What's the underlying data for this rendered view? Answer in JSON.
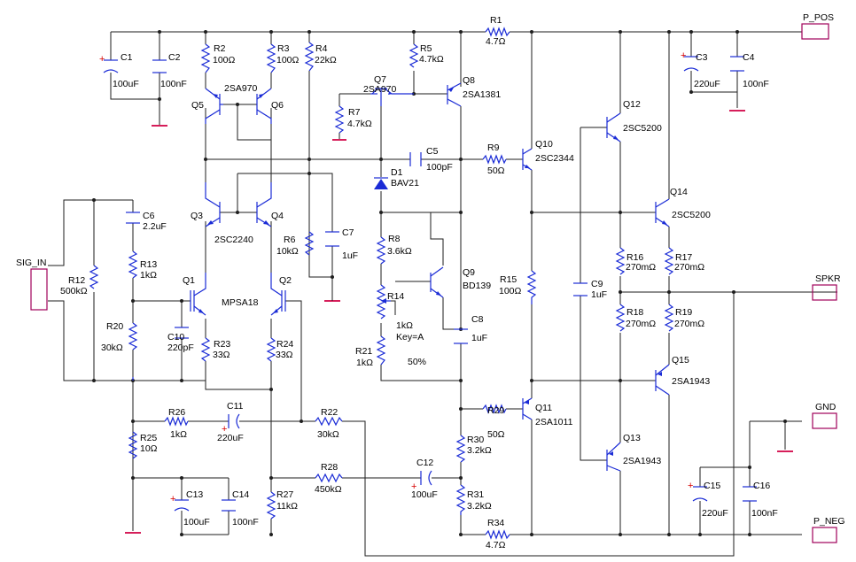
{
  "ports": {
    "p_pos": "P_POS",
    "sig_in": "SIG_IN",
    "spkr": "SPKR",
    "gnd": "GND",
    "p_neg": "P_NEG"
  },
  "labels": {
    "R1": "R1",
    "R1v": "4.7Ω",
    "C1": "C1",
    "C1v": "100uF",
    "C2": "C2",
    "C2v": "100nF",
    "R2": "R2",
    "R2v": "100Ω",
    "R3": "R3",
    "R3v": "100Ω",
    "R4": "R4",
    "R4v": "22kΩ",
    "R5": "R5",
    "R5v": "4.7kΩ",
    "Q7": "Q7",
    "Q7v": "2SA970",
    "Q8": "Q8",
    "Q8v": "2SA1381",
    "Q5": "Q5",
    "Q6": "Q6",
    "Q56v": "2SA970",
    "R7": "R7",
    "R7v": "4.7kΩ",
    "C3": "C3",
    "C3v": "220uF",
    "C4": "C4",
    "C4v": "100nF",
    "Q12": "Q12",
    "Q12v": "2SC5200",
    "C5": "C5",
    "C5v": "100pF",
    "R9": "R9",
    "R9v": "50Ω",
    "Q10": "Q10",
    "Q10v": "2SC2344",
    "D1": "D1",
    "D1v": "BAV21",
    "Q3": "Q3",
    "Q4": "Q4",
    "Q34v": "2SC2240",
    "C6": "C6",
    "C6v": "2.2uF",
    "R6": "R6",
    "R6v": "10kΩ",
    "C7": "C7",
    "C7v": "1uF",
    "Q14": "Q14",
    "Q14v": "2SC5200",
    "R8": "R8",
    "R8v": "3.6kΩ",
    "R13": "R13",
    "R13v": "1kΩ",
    "R12": "R12",
    "R12v": "500kΩ",
    "Q1": "Q1",
    "Q2": "Q2",
    "Q12pv": "MPSA18",
    "Q9": "Q9",
    "Q9v": "BD139",
    "R15": "R15",
    "R15v": "100Ω",
    "C9": "C9",
    "C9v": "1uF",
    "R16": "R16",
    "R16v": "270mΩ",
    "R17": "R17",
    "R17v": "270mΩ",
    "R14": "R14",
    "R14a": "1kΩ",
    "R14b": "Key=A",
    "R14c": "50%",
    "R20": "R20",
    "R20v": "30kΩ",
    "C10": "C10",
    "C10v": "220pF",
    "R18": "R18",
    "R18v": "270mΩ",
    "R19": "R19",
    "R19v": "270mΩ",
    "C8": "C8",
    "C8v": "1uF",
    "R23": "R23",
    "R23v": "33Ω",
    "R24": "R24",
    "R24v": "33Ω",
    "R21": "R21",
    "R21v": "1kΩ",
    "Q15": "Q15",
    "Q15v": "2SA1943",
    "R26": "R26",
    "R26v": "1kΩ",
    "C11": "C11",
    "C11v": "220uF",
    "R22": "R22",
    "R22v": "30kΩ",
    "R29": "R29",
    "R29v": "50Ω",
    "Q11": "Q11",
    "Q11v": "2SA1011",
    "R25": "R25",
    "R25v": "10Ω",
    "R30": "R30",
    "R30v": "3.2kΩ",
    "Q13": "Q13",
    "Q13v": "2SA1943",
    "R28": "R28",
    "R28v": "450kΩ",
    "C12": "C12",
    "C12v": "100uF",
    "C13": "C13",
    "C13v": "100uF",
    "C14": "C14",
    "C14v": "100nF",
    "R27": "R27",
    "R27v": "11kΩ",
    "R31": "R31",
    "R31v": "3.2kΩ",
    "C15": "C15",
    "C15v": "220uF",
    "C16": "C16",
    "C16v": "100nF",
    "R34": "R34",
    "R34v": "4.7Ω",
    "plus": "+"
  },
  "colors": {
    "wire": "#1e1e1e",
    "component": "#1a2bd6",
    "ground": "#d61e5a",
    "port": "#a0005a",
    "polarity": "#d60000"
  }
}
